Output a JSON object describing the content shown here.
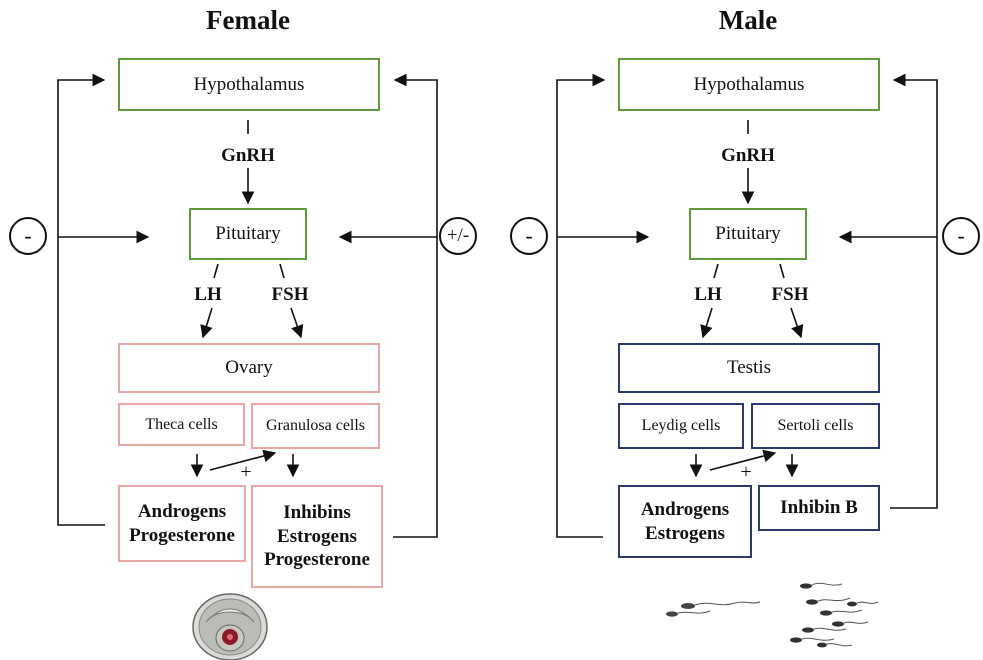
{
  "female": {
    "title": "Female",
    "hypothalamus": "Hypothalamus",
    "gnrh": "GnRH",
    "pituitary": "Pituitary",
    "lh": "LH",
    "fsh": "FSH",
    "gonad": "Ovary",
    "cell_left": "Theca cells",
    "cell_right": "Granulosa cells",
    "output_left": "Androgens\nProgesterone",
    "output_right": "Inhibins\nEstrogens\nProgesterone",
    "plus": "+",
    "feedback_left": "-",
    "feedback_right": "+/-"
  },
  "male": {
    "title": "Male",
    "hypothalamus": "Hypothalamus",
    "gnrh": "GnRH",
    "pituitary": "Pituitary",
    "lh": "LH",
    "fsh": "FSH",
    "gonad": "Testis",
    "cell_left": "Leydig cells",
    "cell_right": "Sertoli cells",
    "output_left": "Androgens\nEstrogens",
    "output_right": "Inhibin B",
    "plus": "+",
    "feedback_left": "-",
    "feedback_right": "-"
  },
  "colors": {
    "brain_box": "#5f9a3c",
    "female_box": "#e8a7a4",
    "male_box": "#2c3a6b",
    "oocyte": "#8b1a2b"
  },
  "icons": [
    "ovarian-follicle-illustration",
    "sperm-cells-illustration"
  ]
}
